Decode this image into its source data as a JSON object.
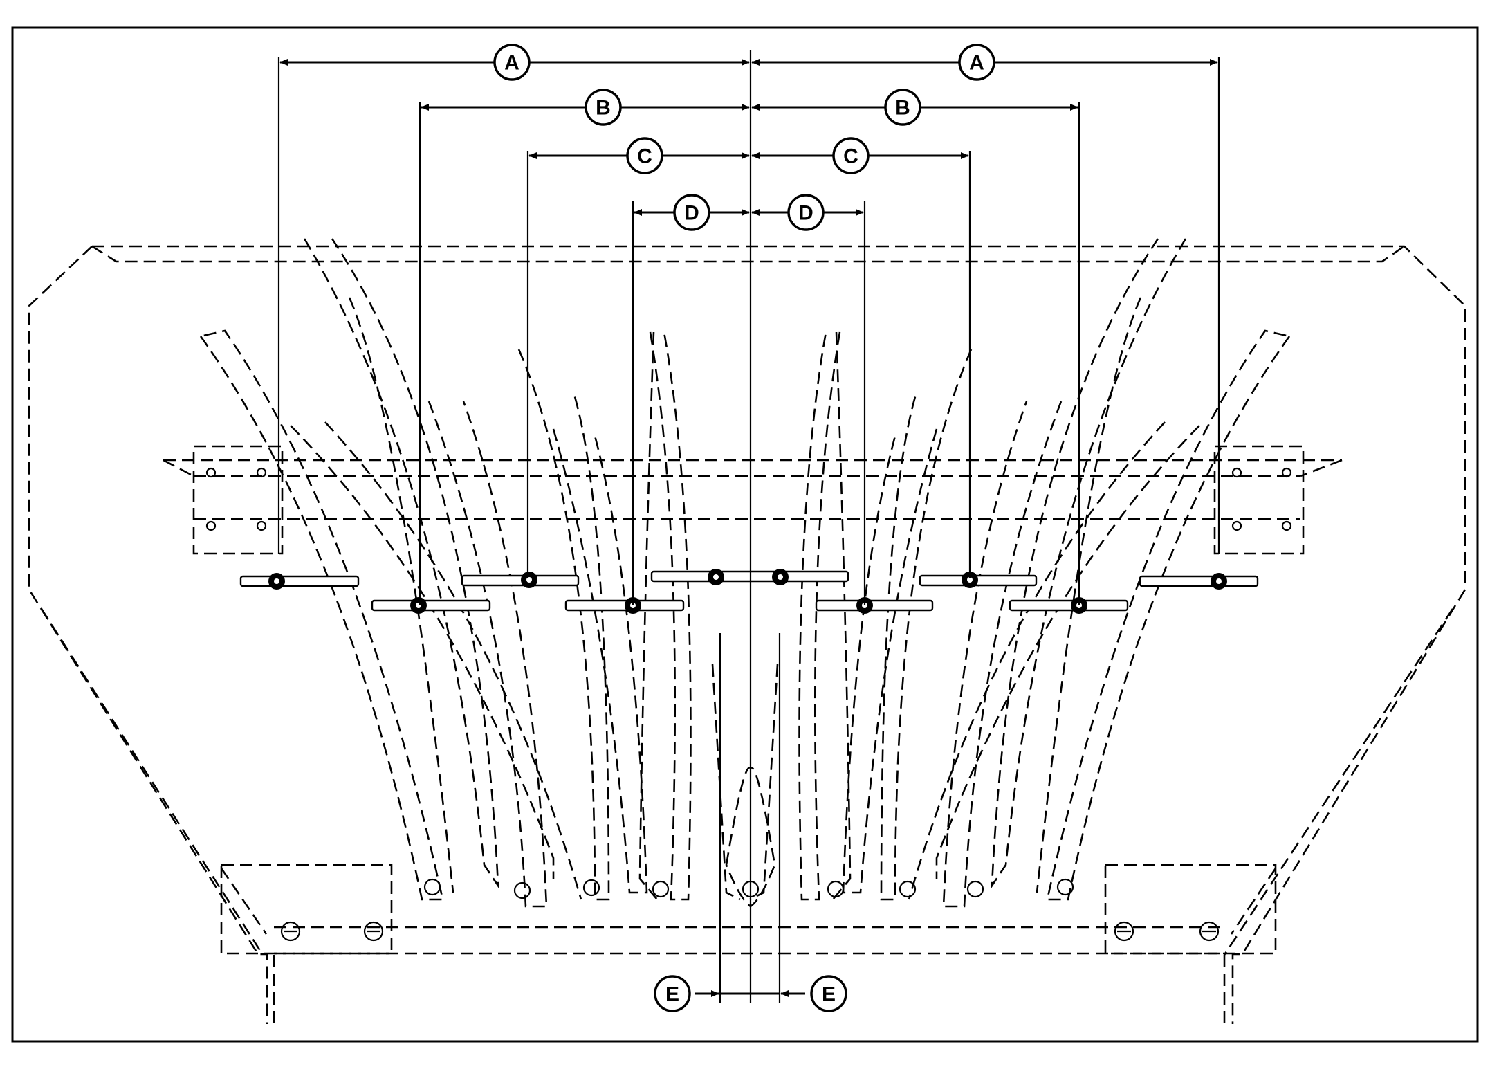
{
  "colors": {
    "line": "#000000",
    "background": "#ffffff"
  },
  "dimensions": [
    {
      "label": "A"
    },
    {
      "label": "B"
    },
    {
      "label": "C"
    },
    {
      "label": "D"
    },
    {
      "label": "E"
    }
  ]
}
